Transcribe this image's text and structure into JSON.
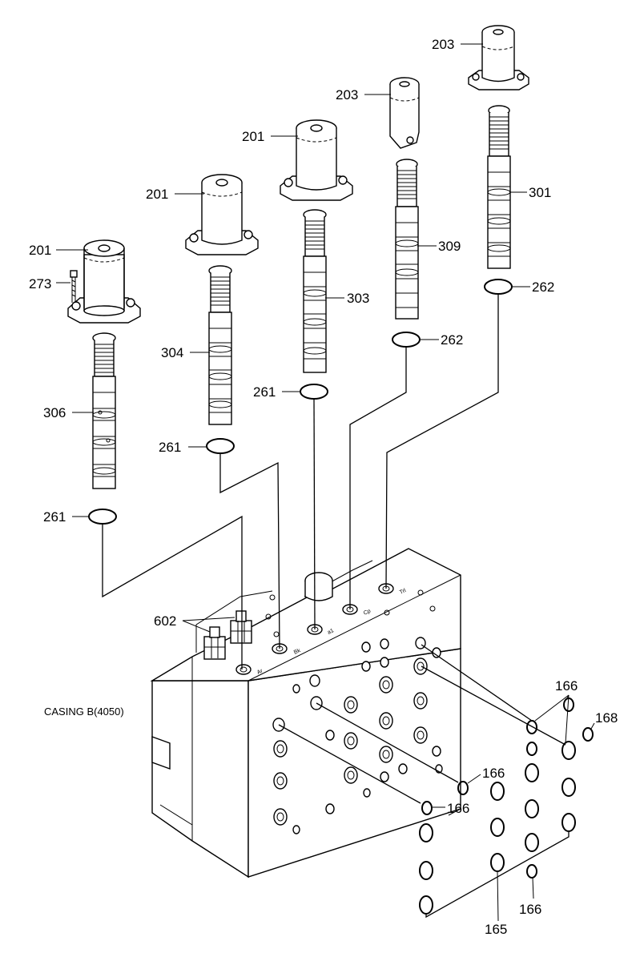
{
  "diagram": {
    "casing_label": "CASING B(4050)",
    "callouts": {
      "c201a": "201",
      "c201b": "201",
      "c201c": "201",
      "c203a": "203",
      "c203b": "203",
      "c273": "273",
      "c306": "306",
      "c304": "304",
      "c303": "303",
      "c309": "309",
      "c301": "301",
      "c261a": "261",
      "c261b": "261",
      "c261c": "261",
      "c262a": "262",
      "c262b": "262",
      "c602": "602",
      "c166a": "166",
      "c166b": "166",
      "c166c": "166",
      "c166d": "166",
      "c168": "168",
      "c165": "165"
    },
    "port_marks": {
      "p1": "Ar",
      "p2": "Bk",
      "p3": "a1",
      "p4": "Cp",
      "p5": "Trl"
    }
  }
}
